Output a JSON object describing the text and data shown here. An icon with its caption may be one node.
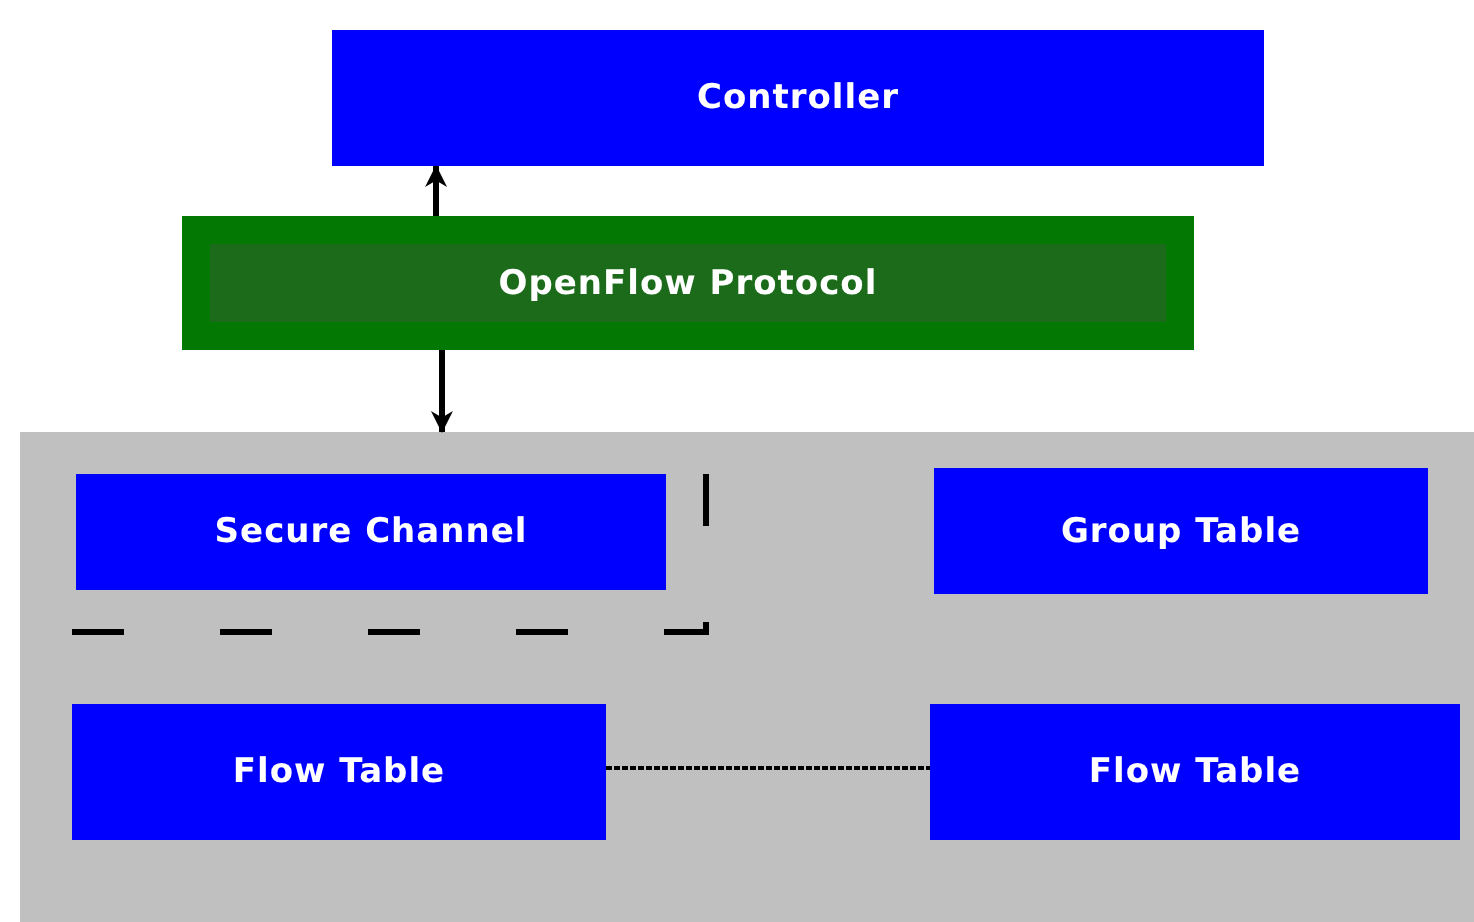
{
  "diagram": {
    "nodes": [
      {
        "text": [
          "Controller"
        ]
      },
      {
        "text": [
          "OpenFlow Protocol"
        ]
      },
      {
        "text": [],
        "shape": "box"
      },
      {
        "text": [
          "Secure Channel"
        ],
        "in": 2
      },
      {
        "text": [
          "Group Table"
        ],
        "in": 2
      },
      {
        "text": [
          "Flow Table"
        ],
        "in": 2
      },
      {
        "text": [
          "Flow Table"
        ],
        "in": 2
      }
    ],
    "edges": [
      {
        "from": 1,
        "to": 0,
        "arrow": "to"
      },
      {
        "from": 1,
        "to": 2,
        "arrow": "to"
      },
      {
        "from": 5,
        "to": 6,
        "arrow": "none",
        "style": "dashed"
      }
    ]
  }
}
